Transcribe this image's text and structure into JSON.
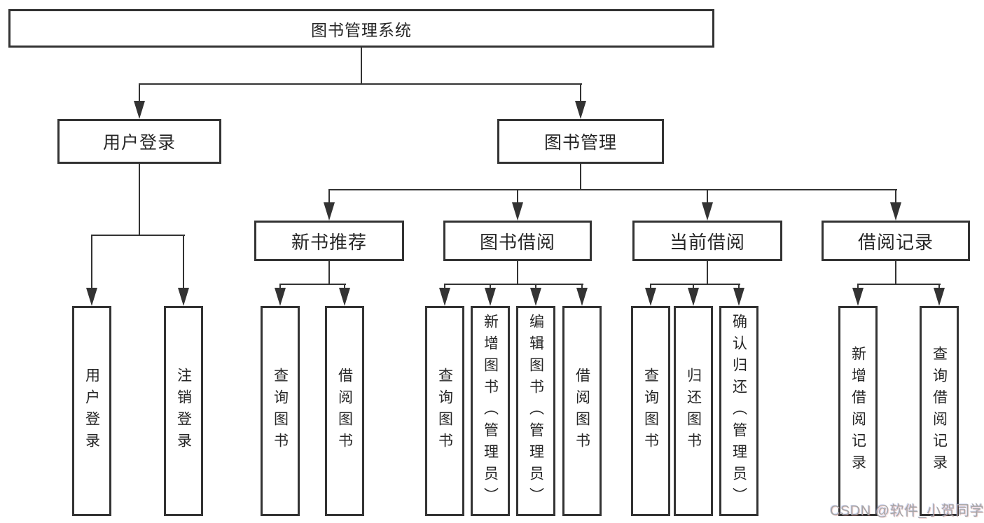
{
  "tree": {
    "root": {
      "label": "图书管理系统",
      "children": [
        {
          "label": "用户登录",
          "children": [
            {
              "label": "用户登录"
            },
            {
              "label": "注销登录"
            }
          ]
        },
        {
          "label": "图书管理",
          "children": [
            {
              "label": "新书推荐",
              "children": [
                {
                  "label": "查询图书"
                },
                {
                  "label": "借阅图书"
                }
              ]
            },
            {
              "label": "图书借阅",
              "children": [
                {
                  "label": "查询图书"
                },
                {
                  "label": "新增图书（管理员）"
                },
                {
                  "label": "编辑图书（管理员）"
                },
                {
                  "label": "借阅图书"
                }
              ]
            },
            {
              "label": "当前借阅",
              "children": [
                {
                  "label": "查询图书"
                },
                {
                  "label": "归还图书"
                },
                {
                  "label": "确认归还（管理员）"
                }
              ]
            },
            {
              "label": "借阅记录",
              "children": [
                {
                  "label": "新增借阅记录"
                },
                {
                  "label": "查询借阅记录"
                }
              ]
            }
          ]
        }
      ]
    }
  },
  "watermark": {
    "text": "CSDN @软件_小贺同学"
  },
  "colors": {
    "line": "#333333",
    "box_background": "#ffffff",
    "text": "#262626",
    "watermark": "#a5a5a5"
  }
}
